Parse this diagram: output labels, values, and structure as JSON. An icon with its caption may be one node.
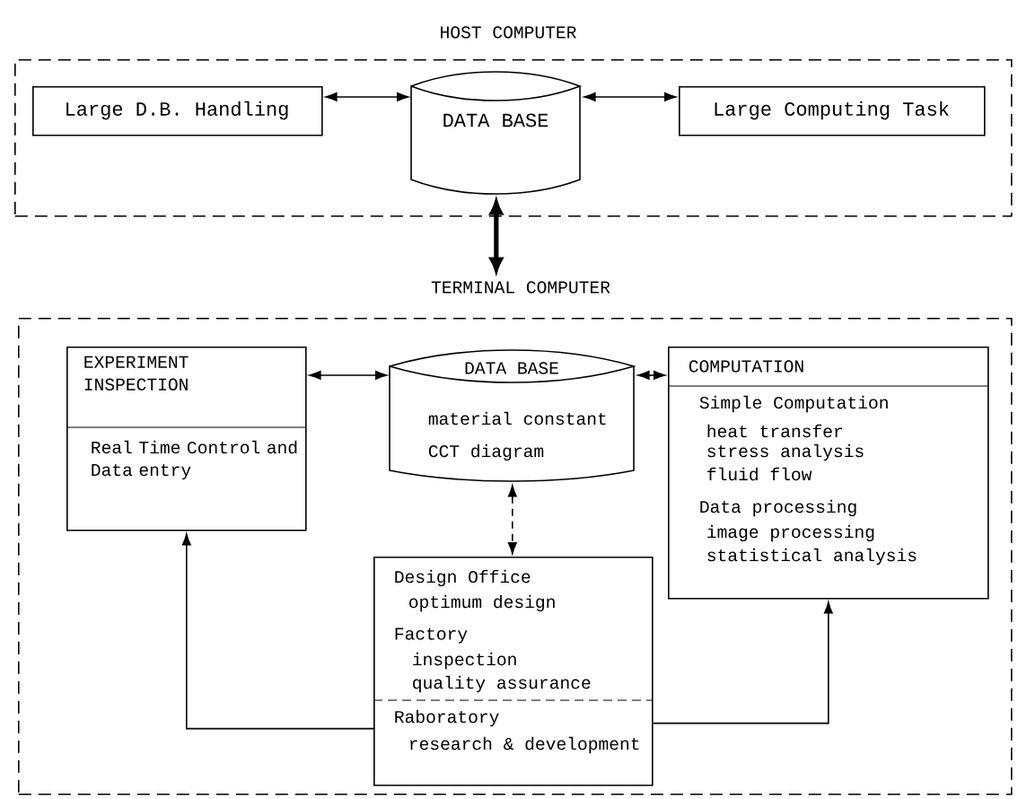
{
  "diagram": {
    "nodes": [
      {
        "text": [
          "HOST COMPUTER"
        ]
      },
      {
        "text": [
          "Large D.B. Handling"
        ],
        "in": 0
      },
      {
        "text": [
          "DATA BASE"
        ],
        "in": 0
      },
      {
        "text": [
          "Large Computing Task"
        ],
        "in": 0
      },
      {
        "text": [
          "TERMINAL COMPUTER"
        ]
      },
      {
        "text": [
          "EXPERIMENT INSPECTION",
          "Real Time Control and Data entry"
        ],
        "in": 4
      },
      {
        "text": [
          "DATA BASE",
          "material constant",
          "CCT diagram"
        ],
        "in": 4
      },
      {
        "text": [
          "COMPUTATION",
          "Simple Computation",
          "heat transfer",
          "stress analysis",
          "fluid flow",
          "Data processing",
          "image processing",
          "statistical analysis"
        ],
        "in": 4
      },
      {
        "text": [
          "Design Office",
          "optimum design",
          "Factory",
          "inspection",
          "quality assurance",
          "Raboratory",
          "research & development"
        ],
        "in": 4
      }
    ],
    "edges": [
      {
        "from": 1,
        "to": 2,
        "arrow": "both"
      },
      {
        "from": 2,
        "to": 3,
        "arrow": "both"
      },
      {
        "from": 2,
        "to": 4,
        "arrow": "both",
        "style": "thick"
      },
      {
        "from": 5,
        "to": 6,
        "arrow": "both"
      },
      {
        "from": 6,
        "to": 7,
        "arrow": "both"
      },
      {
        "from": 6,
        "to": 8,
        "arrow": "both",
        "style": "dashed"
      },
      {
        "from": 8,
        "to": 5,
        "arrow": "to"
      },
      {
        "from": 8,
        "to": 7,
        "arrow": "to"
      }
    ]
  }
}
